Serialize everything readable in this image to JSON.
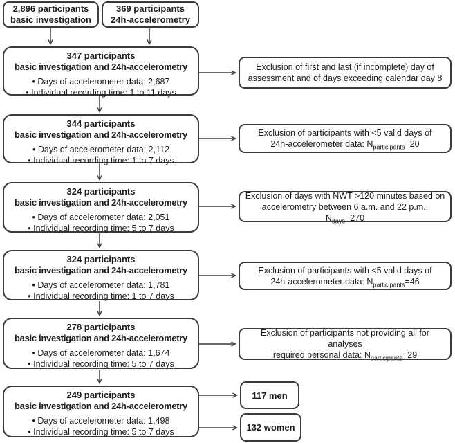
{
  "colors": {
    "border": "#3a3a3a",
    "text": "#1c1c1c",
    "background": "#ffffff"
  },
  "top_boxes": [
    {
      "line1": "2,896 participants",
      "line2": "basic investigation"
    },
    {
      "line1": "369 participants",
      "line2": "24h-accelerometry"
    }
  ],
  "main_boxes": [
    {
      "count": "347 participants",
      "subtitle": "basic investigation and 24h-accelerometry",
      "bullet1": "• Days of accelerometer data: 2,687",
      "bullet2": "• Individual recording time: 1 to 11 days"
    },
    {
      "count": "344 participants",
      "subtitle": "basic investigation and 24h-accelerometry",
      "bullet1": "• Days of accelerometer data: 2,112",
      "bullet2": "• Individual recording time: 1 to 7 days"
    },
    {
      "count": "324 participants",
      "subtitle": "basic investigation and 24h-accelerometry",
      "bullet1": "• Days of accelerometer data: 2,051",
      "bullet2": "• Individual recording time: 5 to 7 days"
    },
    {
      "count": "324 participants",
      "subtitle": "basic investigation and 24h-accelerometry",
      "bullet1": "• Days of accelerometer data: 1,781",
      "bullet2": "• Individual recording time: 1 to 7 days"
    },
    {
      "count": "278 participants",
      "subtitle": "basic investigation and 24h-accelerometry",
      "bullet1": "• Days of accelerometer data: 1,674",
      "bullet2": "• Individual recording time: 5 to 7 days"
    },
    {
      "count": "249 participants",
      "subtitle": "basic investigation and 24h-accelerometry",
      "bullet1": "• Days of accelerometer data: 1,498",
      "bullet2": "• Individual recording time: 5 to 7 days"
    }
  ],
  "exclusion_boxes": [
    {
      "line1": "Exclusion of first and last (if incomplete) day of",
      "line2_pre": "assessment and of days exceeding calendar day 8",
      "line2_sub": "",
      "line2_post": ""
    },
    {
      "line1": "Exclusion of participants with <5 valid days of",
      "line2_pre": "24h-accelerometer data: N",
      "line2_sub": "participants",
      "line2_post": "=20"
    },
    {
      "line1": "Exclusion of days with NWT >120 minutes based on",
      "line2_pre": "accelerometry between 6 a.m. and 22 p.m.: N",
      "line2_sub": "days",
      "line2_post": "=270"
    },
    {
      "line1": "Exclusion of participants with <5 valid days of",
      "line2_pre": "24h-accelerometer data: N",
      "line2_sub": "participants",
      "line2_post": "=46"
    },
    {
      "line1": "Exclusion of participants not providing all for analyses",
      "line2_pre": "required personal data: N",
      "line2_sub": "participants",
      "line2_post": "=29"
    }
  ],
  "result_boxes": [
    {
      "label": "117 men"
    },
    {
      "label": "132 women"
    }
  ]
}
